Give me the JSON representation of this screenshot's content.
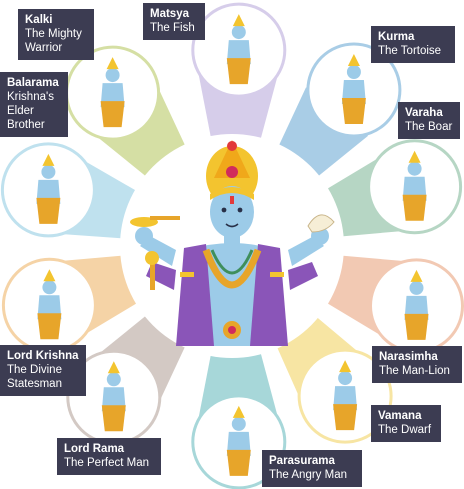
{
  "avatars": [
    {
      "id": "matsya",
      "name": "Matsya",
      "desc": "The Fish",
      "color": "#d6cdea"
    },
    {
      "id": "kurma",
      "name": "Kurma",
      "desc": "The Tortoise",
      "color": "#a9cde6"
    },
    {
      "id": "varaha",
      "name": "Varaha",
      "desc": "The Boar",
      "color": "#b6d6c4"
    },
    {
      "id": "narasimha",
      "name": "Narasimha",
      "desc": "The Man-Lion",
      "color": "#f2c9b3"
    },
    {
      "id": "vamana",
      "name": "Vamana",
      "desc": "The Dwarf",
      "color": "#f7e5a3"
    },
    {
      "id": "parasurama",
      "name": "Parasurama",
      "desc": "The Angry Man",
      "color": "#a7d7d9"
    },
    {
      "id": "lord-rama",
      "name": "Lord Rama",
      "desc": "The Perfect Man",
      "color": "#d3c9c4"
    },
    {
      "id": "lord-krishna",
      "name": "Lord Krishna",
      "desc": "The Divine Statesman",
      "color": "#f5d3a6"
    },
    {
      "id": "balarama",
      "name": "Balarama",
      "desc": "Krishna's Elder Brother",
      "color": "#bfe1ee"
    },
    {
      "id": "kalki",
      "name": "Kalki",
      "desc": "The Mighty Warrior",
      "color": "#d5dfa4"
    }
  ],
  "center": {
    "name": "vishnu-illustration"
  }
}
